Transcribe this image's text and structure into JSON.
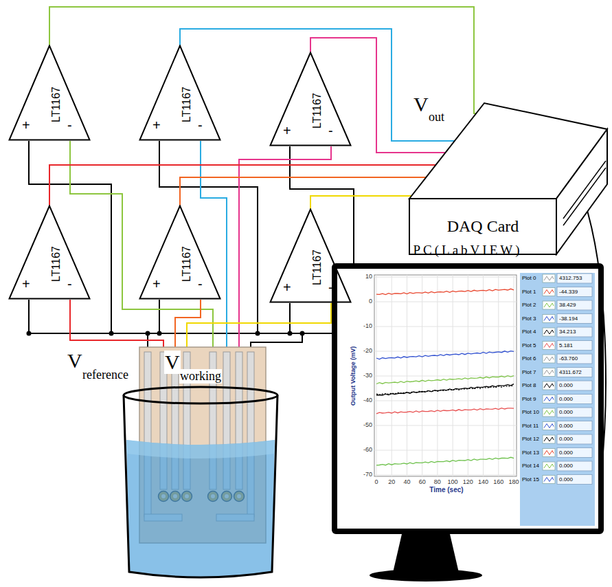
{
  "diagram": {
    "nodes": [
      {
        "text": [
          "LT1167",
          "+",
          "-"
        ]
      },
      {
        "text": [
          "LT1167",
          "+",
          "-"
        ]
      },
      {
        "text": [
          "LT1167",
          "+",
          "-"
        ]
      },
      {
        "text": [
          "LT1167",
          "+",
          "-"
        ]
      },
      {
        "text": [
          "LT1167",
          "+",
          "-"
        ]
      },
      {
        "text": [
          "LT1167",
          "+",
          "-"
        ]
      },
      {
        "text": [
          "DAQ Card"
        ]
      },
      {
        "text": [
          "PC(LabVIEW)"
        ]
      }
    ],
    "edges": [
      {
        "from": 0,
        "to": 6,
        "arrow": "none"
      },
      {
        "from": 1,
        "to": 6,
        "arrow": "none"
      },
      {
        "from": 2,
        "to": 6,
        "arrow": "none"
      },
      {
        "from": 3,
        "to": 6,
        "arrow": "none"
      },
      {
        "from": 4,
        "to": 6,
        "arrow": "none"
      },
      {
        "from": 5,
        "to": 6,
        "arrow": "none"
      },
      {
        "from": 6,
        "to": 7,
        "arrow": "none"
      }
    ],
    "labels": [
      "V",
      "out",
      "V",
      "reference",
      "V",
      "working",
      "Output Voltage (mV)",
      "Time (sec)",
      "10",
      "0",
      "-10",
      "-20",
      "-30",
      "-40",
      "-50",
      "-60",
      "-70",
      "0",
      "20",
      "40",
      "60",
      "80",
      "100",
      "120",
      "140",
      "160",
      "180",
      "Plot 0",
      "Plot 1",
      "Plot 2",
      "Plot 3",
      "Plot 4",
      "Plot 5",
      "Plot 6",
      "Plot 7",
      "Plot 8",
      "Plot 9",
      "Plot 10",
      "Plot 11",
      "Plot 12",
      "Plot 13",
      "Plot 14",
      "Plot 15",
      "4312.753",
      "-44.339",
      "38.429",
      "-38.194",
      "34.213",
      "5.181",
      "-63.760",
      "4311.672",
      "0.000",
      "0.000",
      "0.000",
      "0.000",
      "0.000",
      "0.000",
      "0.000",
      "0.000"
    ]
  }
}
